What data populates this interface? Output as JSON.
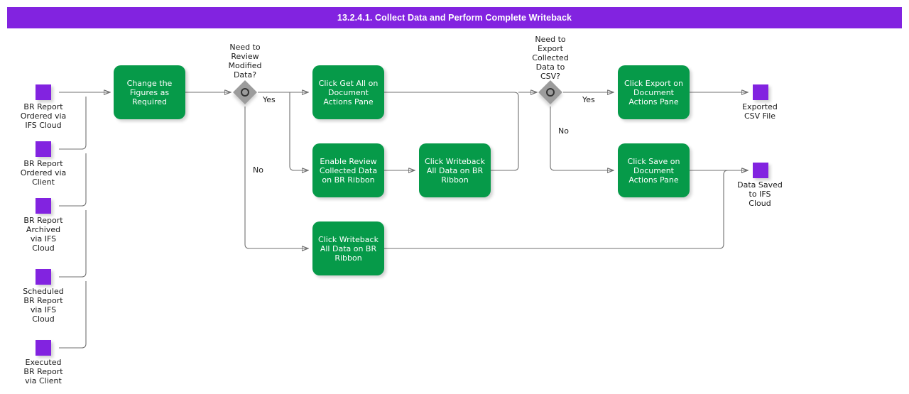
{
  "header": {
    "title": "13.2.4.1. Collect Data and Perform Complete Writeback",
    "bar_color": "#8223e0",
    "text_color": "#ffffff"
  },
  "palette": {
    "task_green": "#069a49",
    "event_purple": "#8223e0",
    "gateway_gray": "#9c9c9c",
    "edge_gray": "#707070",
    "canvas": "#ffffff"
  },
  "start_events": [
    {
      "id": "start-br-report-ordered-ifs-cloud",
      "label": "BR Report\nOrdered via\nIFS Cloud"
    },
    {
      "id": "start-br-report-ordered-client",
      "label": "BR Report\nOrdered via\nClient"
    },
    {
      "id": "start-br-report-archived-ifs-cloud",
      "label": "BR Report\nArchived\nvia IFS\nCloud"
    },
    {
      "id": "start-scheduled-br-report-ifs-cloud",
      "label": "Scheduled\nBR Report\nvia IFS\nCloud"
    },
    {
      "id": "start-executed-br-report-client",
      "label": "Executed\nBR Report\nvia Client"
    }
  ],
  "tasks": [
    {
      "id": "task-change-figures",
      "label": "Change the\nFigures as\nRequired"
    },
    {
      "id": "task-click-get-all",
      "label": "Click Get All on\nDocument\nActions Pane"
    },
    {
      "id": "task-enable-review",
      "label": "Enable Review\nCollected Data\non BR Ribbon"
    },
    {
      "id": "task-click-writeback-mid",
      "label": "Click Writeback\nAll Data on BR\nRibbon"
    },
    {
      "id": "task-click-writeback-bottom",
      "label": "Click Writeback\nAll Data on BR\nRibbon"
    },
    {
      "id": "task-click-export",
      "label": "Click Export on\nDocument\nActions Pane"
    },
    {
      "id": "task-click-save",
      "label": "Click Save on\nDocument\nActions Pane"
    }
  ],
  "gateways": [
    {
      "id": "gateway-need-review-modified-data",
      "label": "Need to\nReview\nModified\nData?"
    },
    {
      "id": "gateway-need-export-csv",
      "label": "Need to\nExport\nCollected\nData to\nCSV?"
    }
  ],
  "edge_labels": {
    "gw1_yes": "Yes",
    "gw1_no": "No",
    "gw2_yes": "Yes",
    "gw2_no": "No"
  },
  "end_events": [
    {
      "id": "end-exported-csv-file",
      "label": "Exported\nCSV File"
    },
    {
      "id": "end-data-saved-ifs-cloud",
      "label": "Data Saved\nto IFS\nCloud"
    }
  ]
}
